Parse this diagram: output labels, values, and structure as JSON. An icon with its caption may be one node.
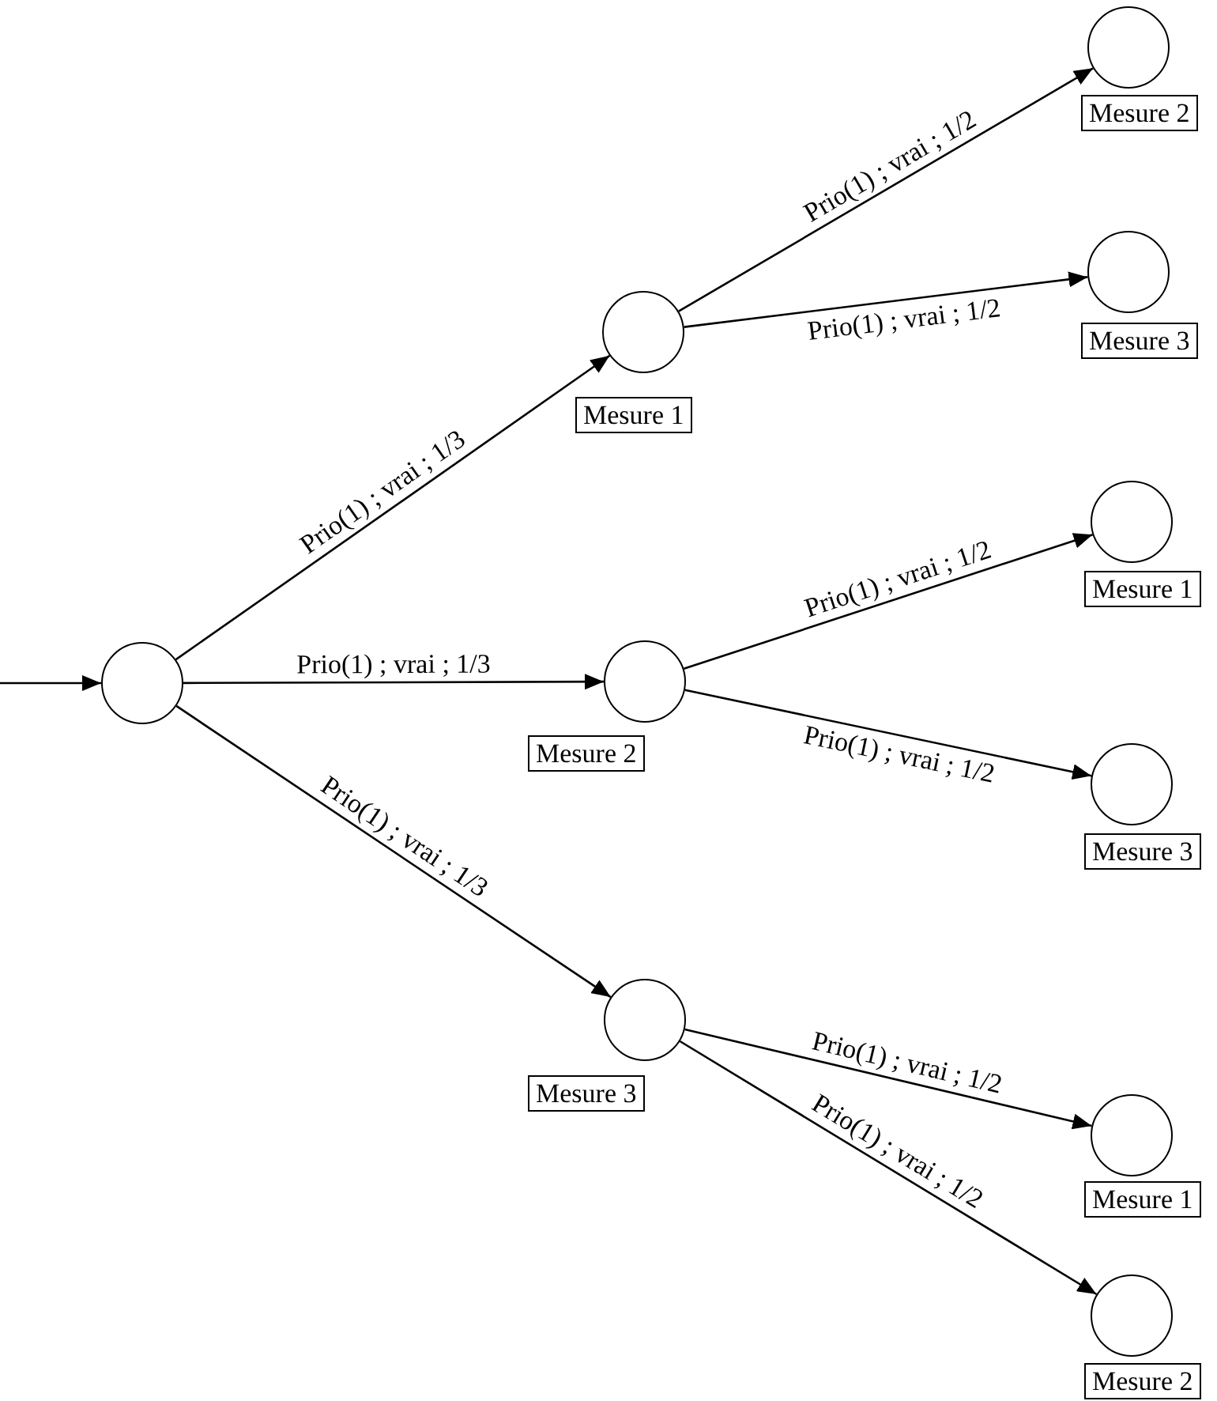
{
  "diagram": {
    "nodes": [
      {
        "text": [],
        "shape": "circle"
      },
      {
        "text": [],
        "shape": "circle",
        "beside": [
          "Mesure 1"
        ]
      },
      {
        "text": [],
        "shape": "circle",
        "beside": [
          "Mesure 2"
        ]
      },
      {
        "text": [],
        "shape": "circle",
        "beside": [
          "Mesure 3"
        ]
      },
      {
        "text": [],
        "shape": "circle",
        "beside": [
          "Mesure 2"
        ]
      },
      {
        "text": [],
        "shape": "circle",
        "beside": [
          "Mesure 3"
        ]
      },
      {
        "text": [],
        "shape": "circle",
        "beside": [
          "Mesure 1"
        ]
      },
      {
        "text": [],
        "shape": "circle",
        "beside": [
          "Mesure 3"
        ]
      },
      {
        "text": [],
        "shape": "circle",
        "beside": [
          "Mesure 1"
        ]
      },
      {
        "text": [],
        "shape": "circle",
        "beside": [
          "Mesure 2"
        ]
      }
    ],
    "edges": [
      {
        "from": null,
        "to": 0,
        "arrow": "to"
      },
      {
        "from": 0,
        "to": 1,
        "arrow": "to",
        "label": "Prio(1) ; vrai ; 1/3"
      },
      {
        "from": 0,
        "to": 2,
        "arrow": "to",
        "label": "Prio(1) ; vrai ; 1/3"
      },
      {
        "from": 0,
        "to": 3,
        "arrow": "to",
        "label": "Prio(1) ; vrai ; 1/3"
      },
      {
        "from": 1,
        "to": 4,
        "arrow": "to",
        "label": "Prio(1) ; vrai ; 1/2"
      },
      {
        "from": 1,
        "to": 5,
        "arrow": "to",
        "label": "Prio(1) ; vrai ; 1/2"
      },
      {
        "from": 2,
        "to": 6,
        "arrow": "to",
        "label": "Prio(1) ; vrai ; 1/2"
      },
      {
        "from": 2,
        "to": 7,
        "arrow": "to",
        "label": "Prio(1) ; vrai ; 1/2"
      },
      {
        "from": 3,
        "to": 8,
        "arrow": "to",
        "label": "Prio(1) ; vrai ; 1/2"
      },
      {
        "from": 3,
        "to": 9,
        "arrow": "to",
        "label": "Prio(1) ; vrai ; 1/2"
      }
    ]
  }
}
